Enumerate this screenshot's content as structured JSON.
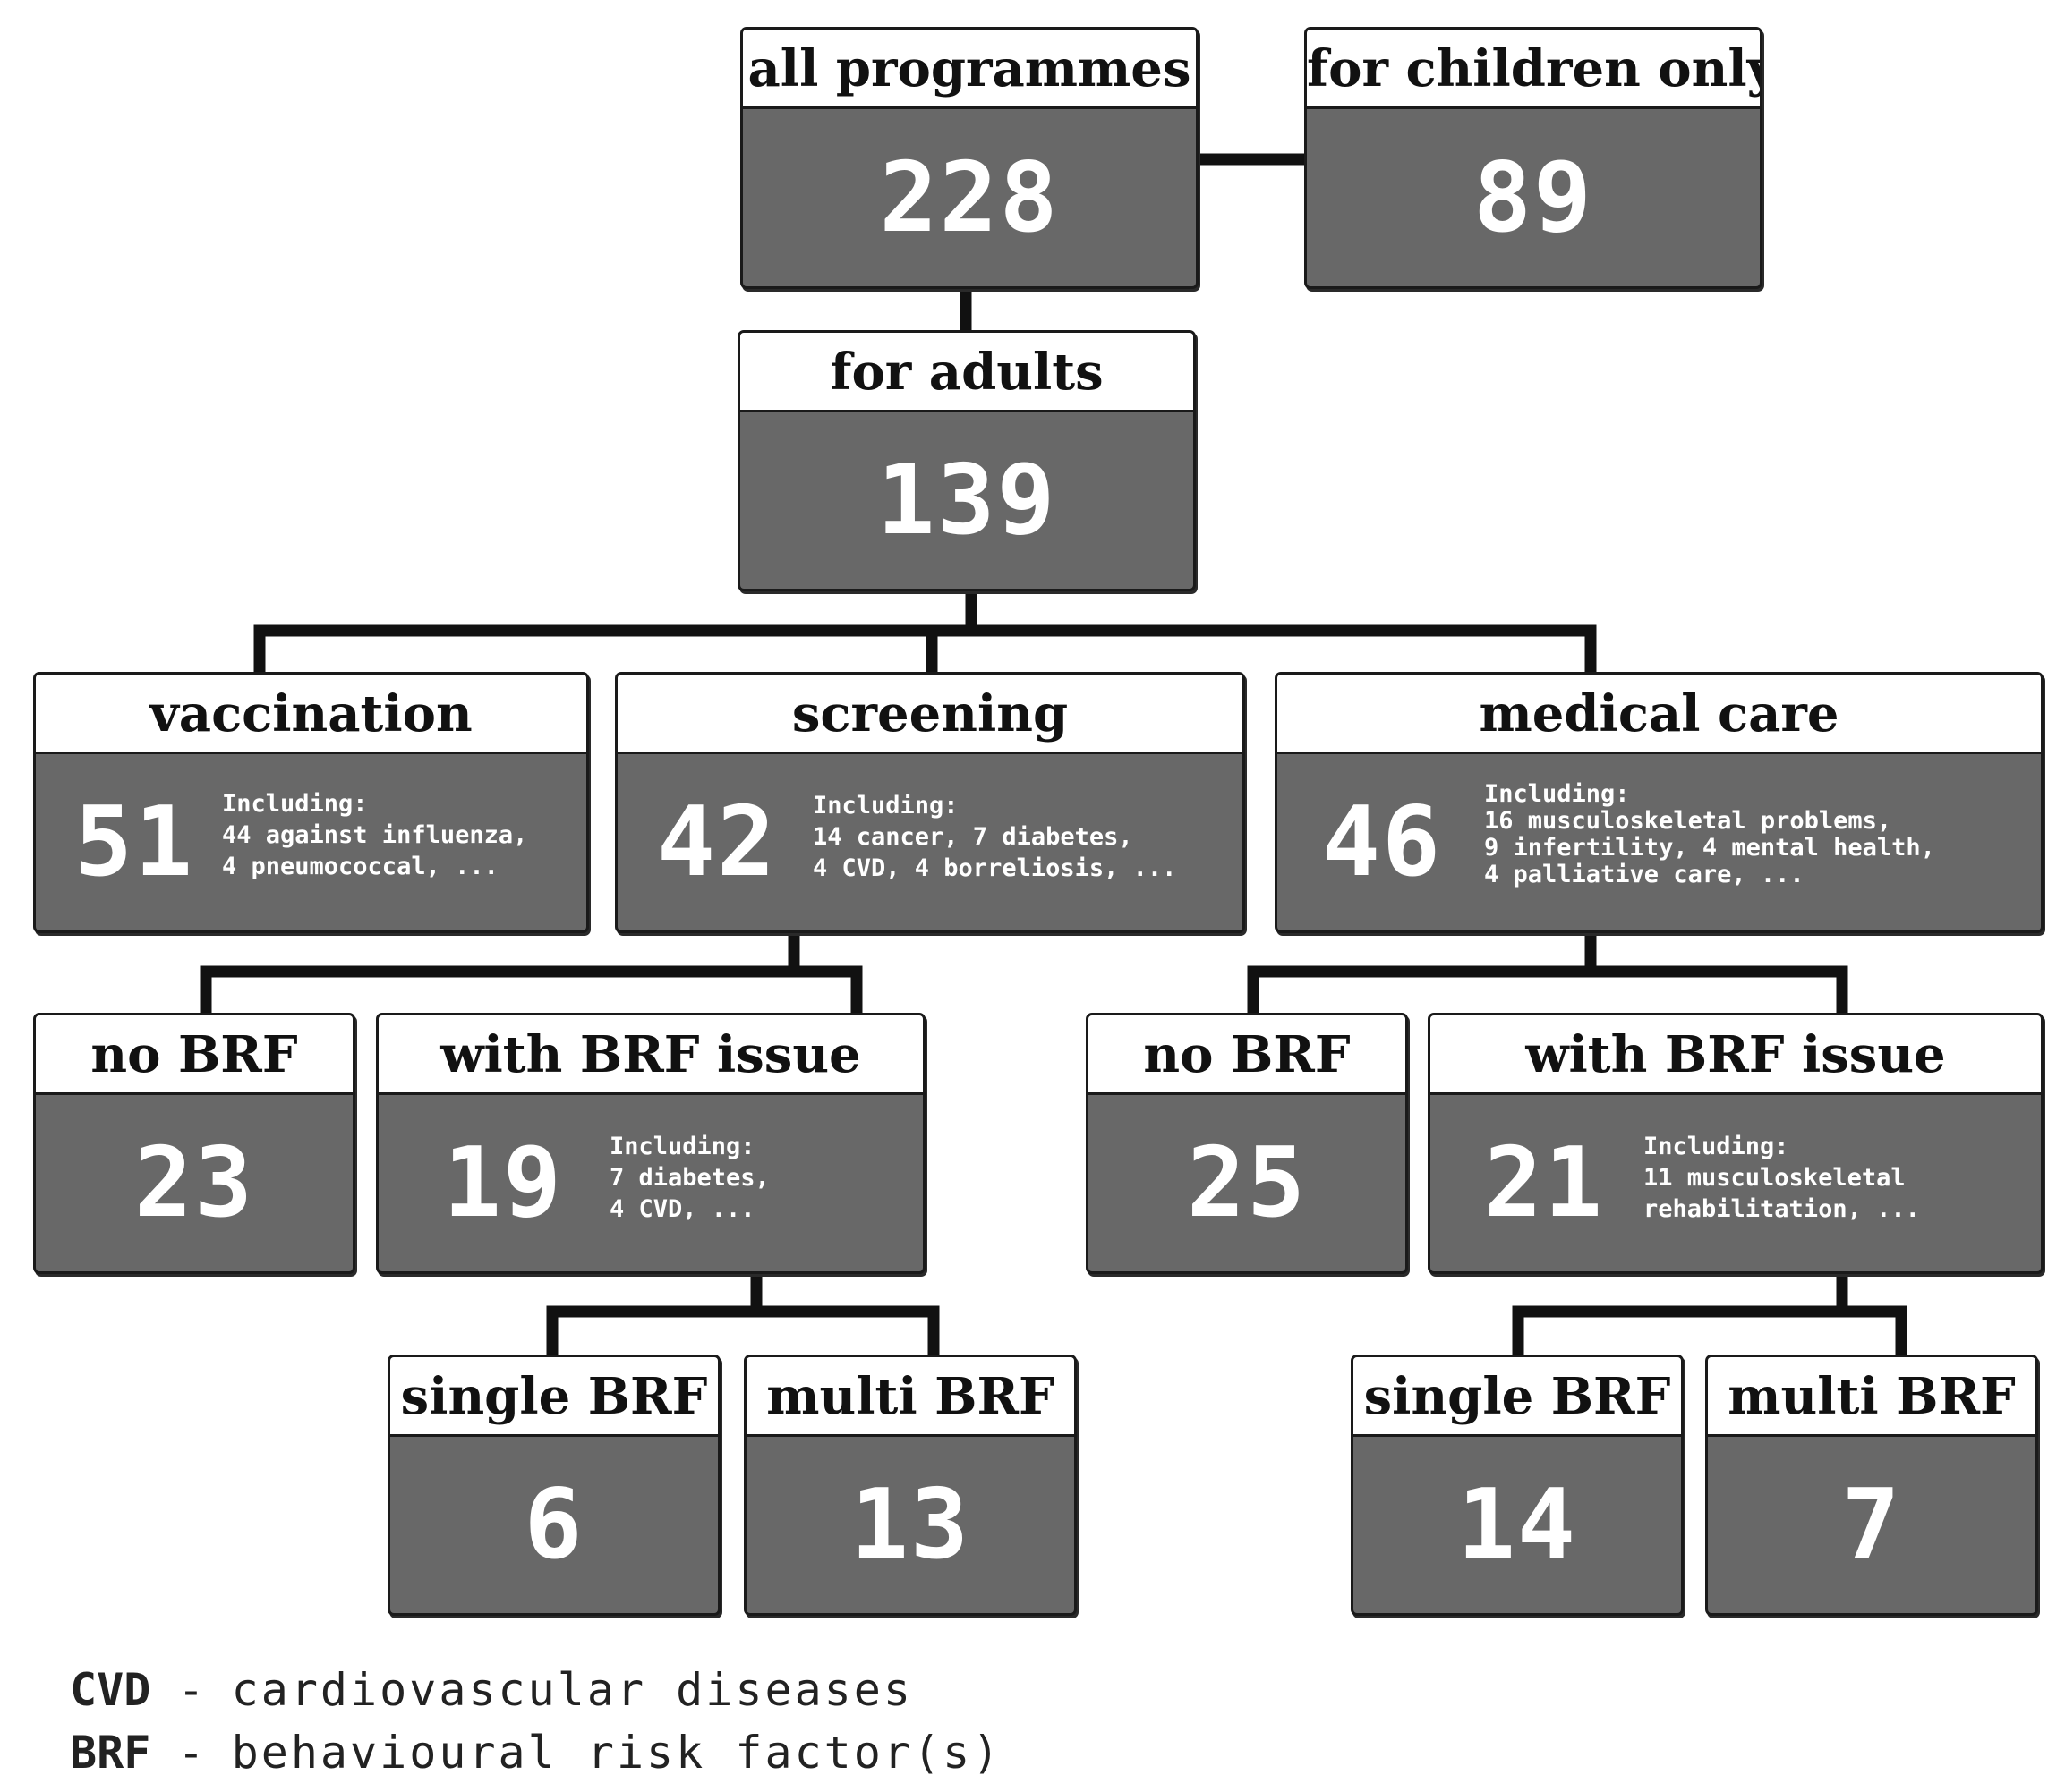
{
  "nodes": {
    "all": {
      "label": "all programmes",
      "count": "228"
    },
    "children": {
      "label": "for children only",
      "count": "89"
    },
    "adults": {
      "label": "for adults",
      "count": "139"
    },
    "vaccination": {
      "label": "vaccination",
      "count": "51",
      "details": [
        "Including:",
        "44 against influenza,",
        "4 pneumococcal, ..."
      ]
    },
    "screening": {
      "label": "screening",
      "count": "42",
      "details": [
        "Including:",
        "14 cancer, 7 diabetes,",
        "4 CVD, 4 borreliosis, ..."
      ]
    },
    "medical": {
      "label": "medical care",
      "count": "46",
      "details": [
        "Including:",
        "16 musculoskeletal problems,",
        "9 infertility, 4 mental health,",
        "4 palliative care, ..."
      ]
    },
    "scr_nobrf": {
      "label": "no BRF",
      "count": "23"
    },
    "scr_brf": {
      "label": "with BRF issue",
      "count": "19",
      "details": [
        "Including:",
        "7 diabetes,",
        "4 CVD, ..."
      ]
    },
    "med_nobrf": {
      "label": "no BRF",
      "count": "25"
    },
    "med_brf": {
      "label": "with BRF issue",
      "count": "21",
      "details": [
        "Including:",
        "11 musculoskeletal",
        "rehabilitation, ..."
      ]
    },
    "scr_single": {
      "label": "single BRF",
      "count": "6"
    },
    "scr_multi": {
      "label": "multi BRF",
      "count": "13"
    },
    "med_single": {
      "label": "single BRF",
      "count": "14"
    },
    "med_multi": {
      "label": "multi BRF",
      "count": "7"
    }
  },
  "legend": [
    {
      "abbr": "CVD",
      "sep": " - ",
      "desc": "cardiovascular diseases"
    },
    {
      "abbr": "BRF",
      "sep": " - ",
      "desc": "behavioural risk factor(s)"
    }
  ],
  "colors": {
    "box_fill": "#686868",
    "header_fill": "#ffffff",
    "connector": "#111111"
  }
}
